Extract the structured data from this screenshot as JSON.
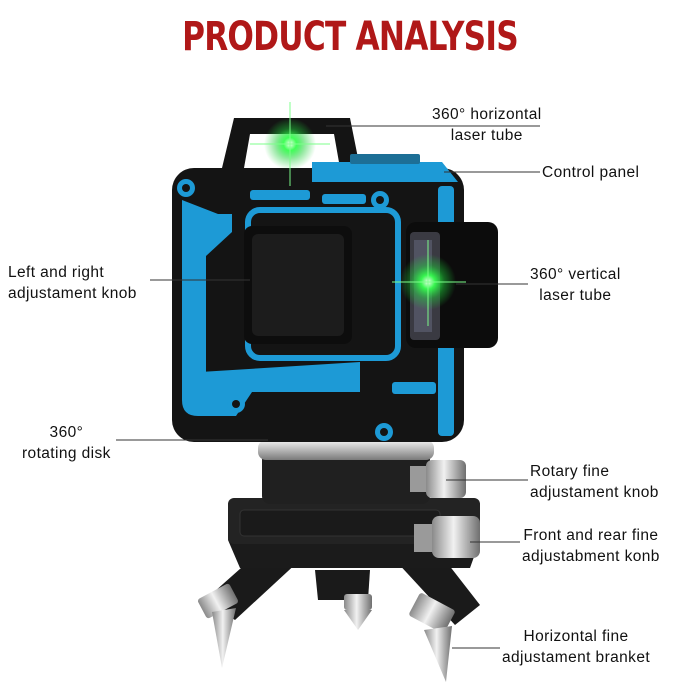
{
  "title": "PRODUCT ANALYSIS",
  "colors": {
    "title": "#b01818",
    "accent_blue": "#1d9ad6",
    "body_black": "#141414",
    "laser_green": "#36ff4f",
    "leader_line": "#333333"
  },
  "labels": {
    "horizontal_tube": [
      "360° horizontal",
      "laser tube"
    ],
    "control_panel": [
      "Control panel"
    ],
    "left_right_knob": [
      "Left and right",
      "adjustament knob"
    ],
    "vertical_tube": [
      "360° vertical",
      "laser tube"
    ],
    "rotating_disk": [
      "360°",
      "rotating disk"
    ],
    "rotary_fine_knob": [
      "Rotary fine",
      "adjustament knob"
    ],
    "front_rear_knob": [
      "Front and rear fine",
      "adjustabment konb"
    ],
    "horizontal_bracket": [
      "Horizontal fine",
      "adjustament branket"
    ]
  }
}
